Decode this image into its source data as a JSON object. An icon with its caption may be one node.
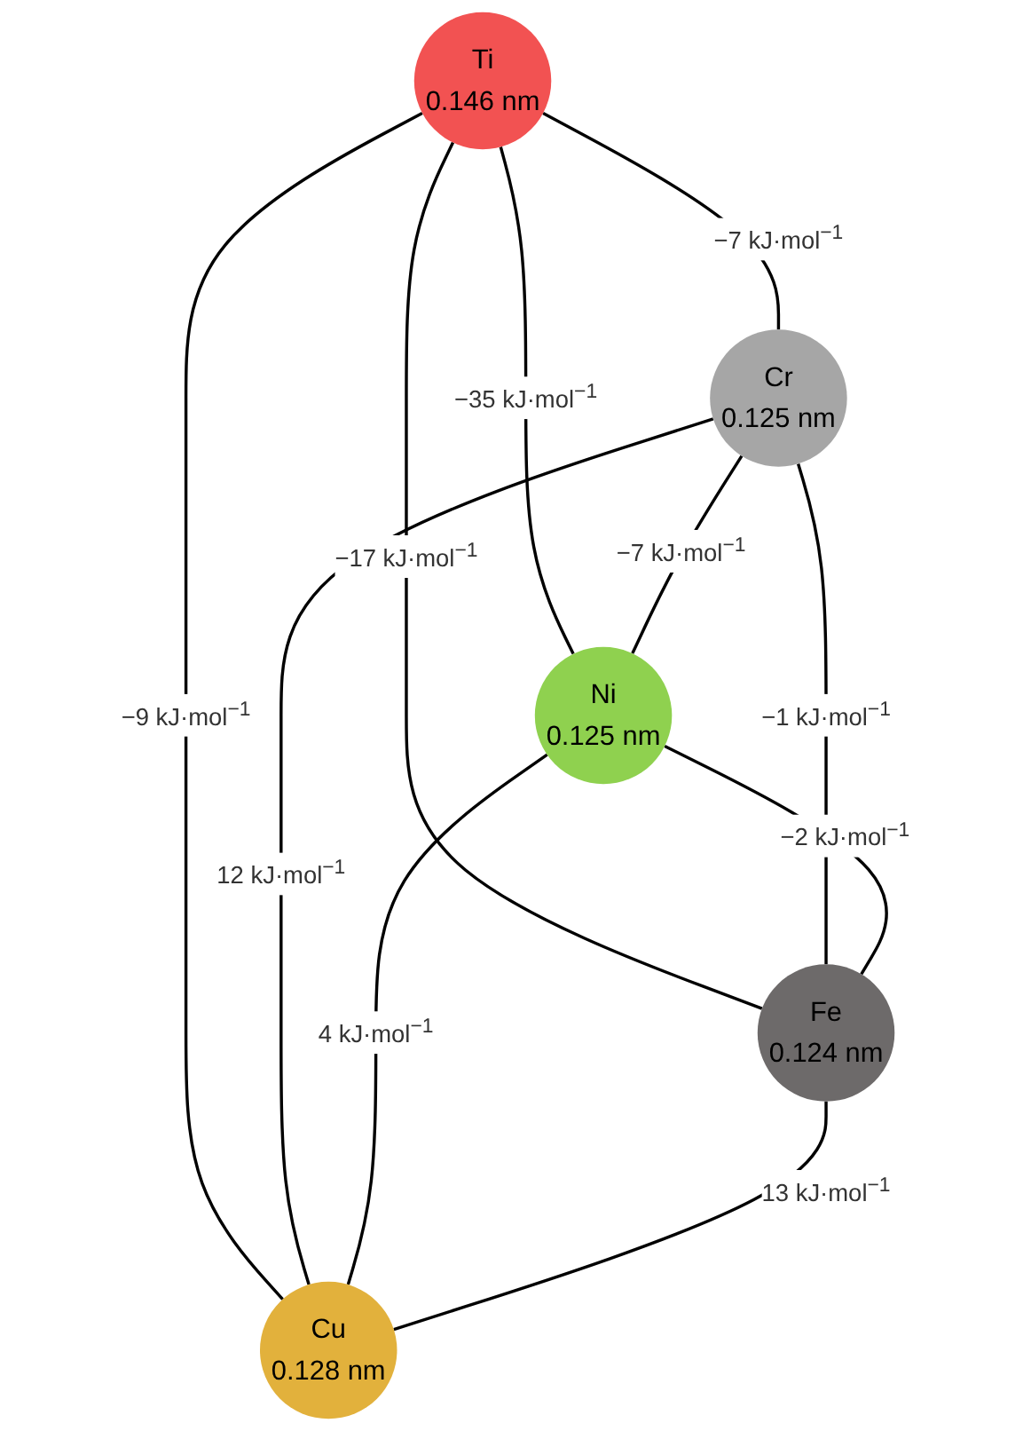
{
  "diagram": {
    "nodes": [
      {
        "text": [
          "Ti",
          "0.146 nm"
        ]
      },
      {
        "text": [
          "Cr",
          "0.125 nm"
        ]
      },
      {
        "text": [
          "Ni",
          "0.125 nm"
        ]
      },
      {
        "text": [
          "Fe",
          "0.124 nm"
        ]
      },
      {
        "text": [
          "Cu",
          "0.128 nm"
        ]
      }
    ],
    "edges": [
      {
        "from": 0,
        "to": 1,
        "arrow": "none",
        "label": "−7 kJ·mol$^{−1}$"
      },
      {
        "from": 0,
        "to": 3,
        "arrow": "none",
        "label": "−17 kJ·mol$^{−1}$"
      },
      {
        "from": 0,
        "to": 4,
        "arrow": "none",
        "label": "−9 kJ·mol$^{−1}$"
      },
      {
        "from": 0,
        "to": 2,
        "arrow": "none",
        "label": "−35 kJ·mol$^{−1}$"
      },
      {
        "from": 1,
        "to": 2,
        "arrow": "none",
        "label": "−7 kJ·mol$^{−1}$"
      },
      {
        "from": 1,
        "to": 3,
        "arrow": "none",
        "label": "−1 kJ·mol$^{−1}$"
      },
      {
        "from": 1,
        "to": 4,
        "arrow": "none",
        "label": "12 kJ·mol$^{−1}$"
      },
      {
        "from": 2,
        "to": 3,
        "arrow": "none",
        "label": "−2 kJ·mol$^{−1}$"
      },
      {
        "from": 2,
        "to": 4,
        "arrow": "none",
        "label": "4 kJ·mol$^{−1}$"
      },
      {
        "from": 3,
        "to": 4,
        "arrow": "none",
        "label": "13 kJ·mol$^{−1}$"
      }
    ]
  }
}
